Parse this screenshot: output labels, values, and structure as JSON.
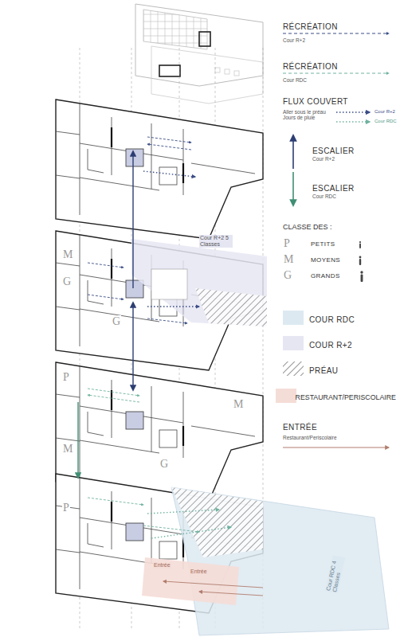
{
  "diagram": {
    "labels": [
      "Cour R+2",
      "Cour RDC",
      "Aller sous le préau Jours de pluie",
      "Cour R+2",
      "Cour RDC",
      "Cour R+2",
      "Cour RDC",
      "CLASSE DES :",
      "P",
      "M",
      "G",
      "Restaurant/Periscolaire",
      "Cour R+2 5 Classes",
      "M",
      "G",
      "G",
      "P",
      "M",
      "M",
      "G",
      "P",
      "Cour RDC 4 Classes",
      "Entrée",
      "Entrée"
    ],
    "legend": [
      {
        "text": "RÉCRÉATION"
      },
      {
        "text": "RÉCRÉATION"
      },
      {
        "text": "FLUX COUVERT"
      },
      {
        "text": "ESCALIER"
      },
      {
        "text": "ESCALIER"
      },
      {
        "text": "PETITS"
      },
      {
        "text": "MOYENS"
      },
      {
        "text": "GRANDS"
      },
      {
        "text": "COUR RDC",
        "color": "#dde9f1"
      },
      {
        "text": "COUR R+2",
        "color": "#e6e6f3"
      },
      {
        "text": "PRÉAU"
      },
      {
        "text": "RESTAURANT/PERISCOLAIRE",
        "color": "#f5ddd7"
      },
      {
        "text": "ENTRÉE"
      }
    ]
  }
}
